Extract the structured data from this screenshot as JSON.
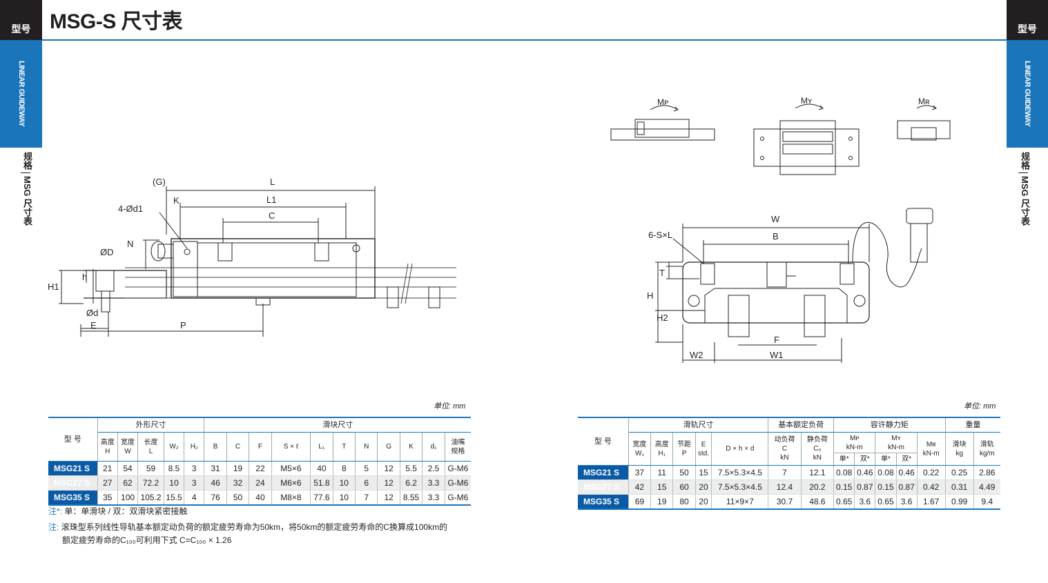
{
  "header": {
    "left_tab": "型号",
    "right_tab": "型号",
    "title": "MSG-S 尺寸表"
  },
  "side": {
    "blue_label": "LINEAR GUIDEWAY",
    "category": "规格",
    "sub": "MSG 尺寸表"
  },
  "drawing_labels": {
    "g": "(G)",
    "l": "L",
    "k": "K",
    "l1": "L1",
    "hole": "4-Ød1",
    "c": "C",
    "n": "N",
    "od": "ØD",
    "h1": "H1",
    "h": "h",
    "odsmall": "Ød",
    "e": "E",
    "p": "P",
    "mp": "Mᴘ",
    "my": "Mʏ",
    "mr": "Mʀ",
    "w": "W",
    "sxl": "6-S×L",
    "b": "B",
    "t": "T",
    "hh": "H",
    "h2": "H2",
    "f": "F",
    "w2": "W2",
    "w1": "W1"
  },
  "unit_left": "单位: mm",
  "unit_right": "单位: mm",
  "left_table": {
    "model_header": "型 号",
    "group1": "外形尺寸",
    "group2": "滑块尺寸",
    "cols": [
      "高度\nH",
      "宽度\nW",
      "长度\nL",
      "W₂",
      "H₂",
      "B",
      "C",
      "F",
      "S × ℓ",
      "L₁",
      "T",
      "N",
      "G",
      "K",
      "d₁",
      "油嘴\n规格"
    ],
    "rows": [
      {
        "model": "MSG21 S",
        "vals": [
          "21",
          "54",
          "59",
          "8.5",
          "3",
          "31",
          "19",
          "22",
          "M5×6",
          "40",
          "8",
          "5",
          "12",
          "5.5",
          "2.5",
          "G-M6"
        ]
      },
      {
        "model": "MSG27 S",
        "vals": [
          "27",
          "62",
          "72.2",
          "10",
          "3",
          "46",
          "32",
          "24",
          "M6×6",
          "51.8",
          "10",
          "6",
          "12",
          "6.2",
          "3.3",
          "G-M6"
        ]
      },
      {
        "model": "MSG35 S",
        "vals": [
          "35",
          "100",
          "105.2",
          "15.5",
          "4",
          "76",
          "50",
          "40",
          "M8×8",
          "77.6",
          "10",
          "7",
          "12",
          "8.55",
          "3.3",
          "G-M6"
        ]
      }
    ]
  },
  "right_table": {
    "model_header": "型 号",
    "group1": "滑轨尺寸",
    "group2": "基本额定负荷",
    "group3": "容许静力矩",
    "group4": "重量",
    "cols": [
      "宽度\nW₁",
      "高度\nH₁",
      "节距\nP",
      "E\nstd.",
      "D × h × d",
      "动负荷\nC\nkN",
      "静负荷\nC₀\nkN",
      "Mᴘ\nkN-m",
      "Mʏ\nkN-m",
      "Mʀ\nkN-m",
      "滑块\nkg",
      "滑轨\nkg/m"
    ],
    "sub": [
      "单*",
      "双*",
      "单*",
      "双*"
    ],
    "rows": [
      {
        "model": "MSG21 S",
        "vals": [
          "37",
          "11",
          "50",
          "15",
          "7.5×5.3×4.5",
          "7",
          "12.1",
          "0.08",
          "0.46",
          "0.08",
          "0.46",
          "0.22",
          "0.25",
          "2.86"
        ]
      },
      {
        "model": "MSG27 S",
        "vals": [
          "42",
          "15",
          "60",
          "20",
          "7.5×5.3×4.5",
          "12.4",
          "20.2",
          "0.15",
          "0.87",
          "0.15",
          "0.87",
          "0.42",
          "0.31",
          "4.49"
        ]
      },
      {
        "model": "MSG35 S",
        "vals": [
          "69",
          "19",
          "80",
          "20",
          "11×9×7",
          "30.7",
          "48.6",
          "0.65",
          "3.6",
          "0.65",
          "3.6",
          "1.67",
          "0.99",
          "9.4"
        ]
      }
    ]
  },
  "notes": {
    "n1_label": "注*:",
    "n1_text": "单：单滑块 / 双：双滑块紧密接触",
    "n2_label": "注:",
    "n2_line1": "滚珠型系列线性导轨基本额定动负荷的额定疲劳寿命为50km，将50km的额定疲劳寿命的C换算成100km的",
    "n2_line2": "额定疲劳寿命的C₁₀₀可利用下式 C=C₁₀₀ × 1.26"
  },
  "colors": {
    "accent": "#1a75bb",
    "model_blue": "#0a5aa6",
    "model_gray": "#a7a9ac",
    "tab": "#231f20"
  }
}
